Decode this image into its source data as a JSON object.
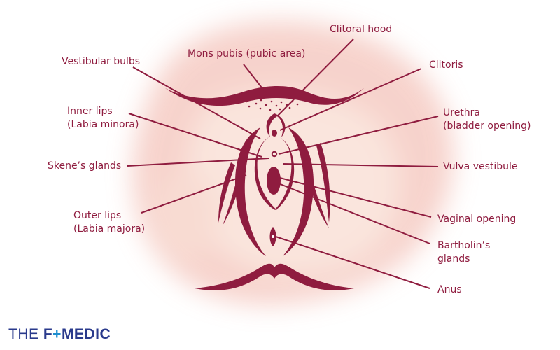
{
  "labels": {
    "clitoral_hood": "Clitoral hood",
    "mons_pubis": "Mons pubis (pubic area)",
    "vestibular_bulbs": "Vestibular bulbs",
    "clitoris": "Clitoris",
    "inner_lips": [
      "Inner lips",
      "(Labia minora)"
    ],
    "urethra": [
      "Urethra",
      "(bladder opening)"
    ],
    "skenes_glands": "Skene’s glands",
    "vulva_vestibule": "Vulva vestibule",
    "outer_lips": [
      "Outer lips",
      "(Labia majora)"
    ],
    "vaginal_opening": "Vaginal opening",
    "bartholins_glands": [
      "Bartholin’s",
      "glands"
    ],
    "anus": "Anus"
  },
  "logo": {
    "the": "THE ",
    "f": "F",
    "plus": "+",
    "rest": "MEDIC"
  },
  "colors": {
    "accent": "#8f1c3f",
    "blob": "#f4c9c0",
    "logo_text": "#2a3a8c",
    "logo_plus": "#1e8ecf"
  }
}
